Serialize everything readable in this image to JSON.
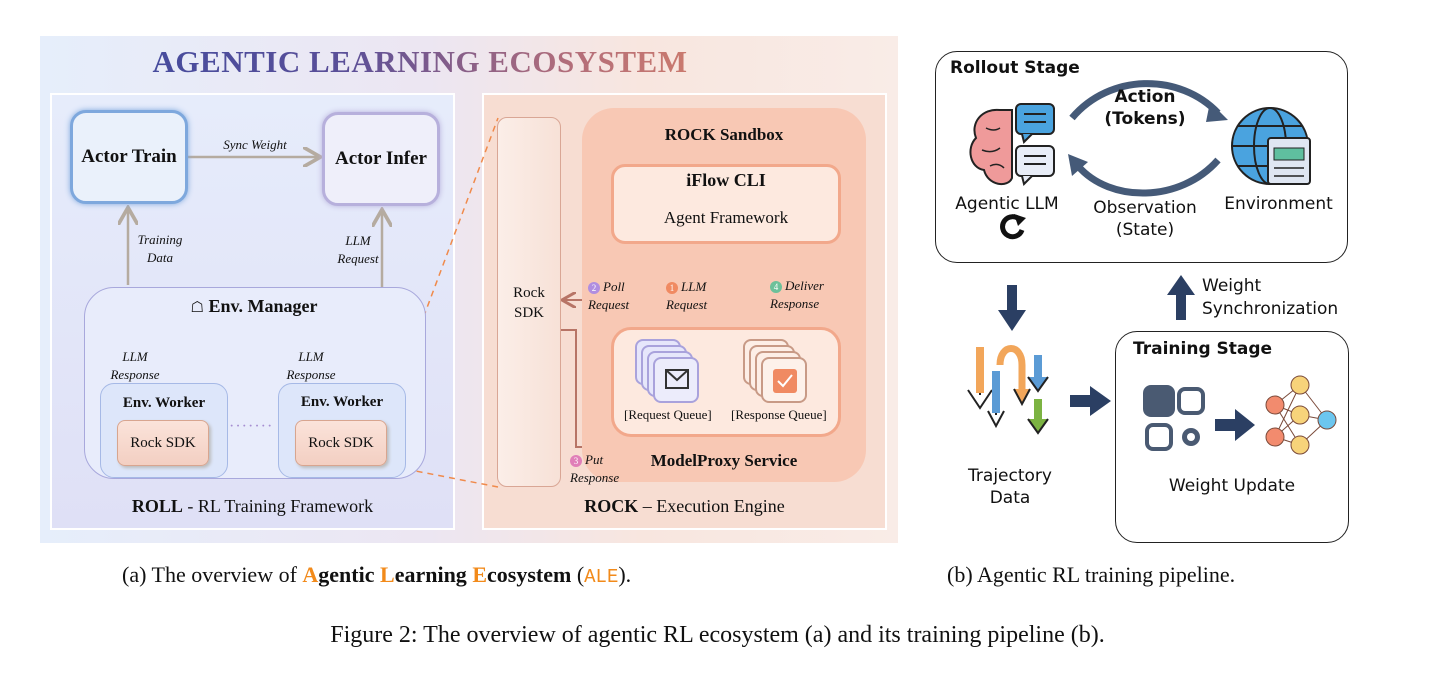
{
  "panel_a": {
    "title": "AGENTIC LEARNING ECOSYSTEM",
    "roll": {
      "actor_train": "Actor Train",
      "actor_infer": "Actor Infer",
      "sync_weight": "Sync Weight",
      "training_data": [
        "Training",
        "Data"
      ],
      "llm_request": [
        "LLM",
        "Request"
      ],
      "env_manager": "Env. Manager",
      "llm_response_left": [
        "LLM",
        "Response"
      ],
      "llm_response_right": [
        "LLM",
        "Response"
      ],
      "env_worker_left": "Env. Worker",
      "env_worker_right": "Env. Worker",
      "rock_sdk_left": "Rock SDK",
      "rock_sdk_right": "Rock SDK",
      "ellipsis": "·······",
      "footer_bold": "ROLL",
      "footer_rest": " - RL Training Framework"
    },
    "rock": {
      "rock_sdk": [
        "Rock",
        "SDK"
      ],
      "sandbox_title": "ROCK Sandbox",
      "iflow_title": "iFlow CLI",
      "iflow_sub": "Agent Framework",
      "steps": [
        {
          "num": "1",
          "label": [
            "LLM",
            "Request"
          ],
          "color": "#f08a62"
        },
        {
          "num": "2",
          "label": [
            "Poll",
            "Request"
          ],
          "color": "#b08ee0"
        },
        {
          "num": "3",
          "label": [
            "Put",
            "Response"
          ],
          "color": "#e07fb8"
        },
        {
          "num": "4",
          "label": [
            "Deliver",
            "Response"
          ],
          "color": "#6cc19a"
        }
      ],
      "request_queue": "[Request Queue]",
      "response_queue": "[Response Queue]",
      "modelproxy_title": "ModelProxy Service",
      "footer_bold": "ROCK",
      "footer_rest": " – Execution Engine"
    },
    "caption": {
      "prefix": "(a) The overview of ",
      "a": "A",
      "gentic": "gentic ",
      "l": "L",
      "earning": "earning ",
      "e": "E",
      "cosystem": "cosystem",
      "open": " (",
      "abbr": "ALE",
      "close": ")."
    }
  },
  "panel_b": {
    "rollout_title": "Rollout Stage",
    "action": [
      "Action",
      "(Tokens)"
    ],
    "observation": [
      "Observation",
      "(State)"
    ],
    "agentic_llm": "Agentic LLM",
    "environment": "Environment",
    "weight_sync": [
      "Weight",
      "Synchronization"
    ],
    "trajectory": [
      "Trajectory",
      "Data"
    ],
    "training_title": "Training Stage",
    "weight_update": "Weight Update",
    "caption": "(b) Agentic RL training pipeline.",
    "colors": {
      "arrow": "#2b3f63",
      "brain": "#ef9a9a",
      "globe": "#4aa3df"
    }
  },
  "figure_caption": "Figure 2: The overview of agentic RL ecosystem (a) and its training pipeline (b)."
}
